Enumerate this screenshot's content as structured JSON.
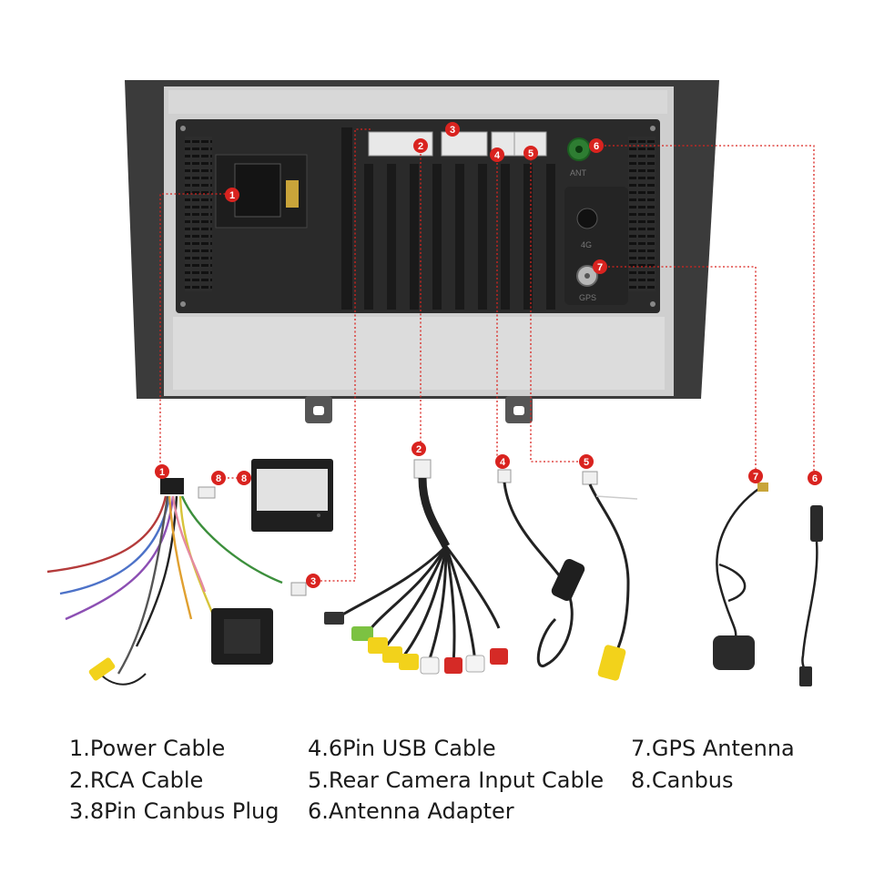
{
  "badges": {
    "b1": "1",
    "b2": "2",
    "b3": "3",
    "b4": "4",
    "b5": "5",
    "b6": "6",
    "b7": "7",
    "b8": "8"
  },
  "port_labels": {
    "ant": "ANT",
    "fourg": "4G",
    "gps": "GPS"
  },
  "legend": {
    "item1": "1.Power Cable",
    "item2": "2.RCA Cable",
    "item3": "3.8Pin Canbus Plug",
    "item4": "4.6Pin USB Cable",
    "item5": "5.Rear Camera Input Cable",
    "item6": "6.Antenna Adapter",
    "item7": "7.GPS Antenna",
    "item8": "8.Canbus"
  },
  "colors": {
    "badge": "#d9231f",
    "leader_line": "#d9231f",
    "unit_body": "#2a2a2a",
    "frame": "#c9c9c9",
    "rca_yellow": "#f2d21b",
    "rca_red": "#d52a26",
    "rca_white": "#f4f4f4",
    "rca_green": "#7cc242"
  }
}
